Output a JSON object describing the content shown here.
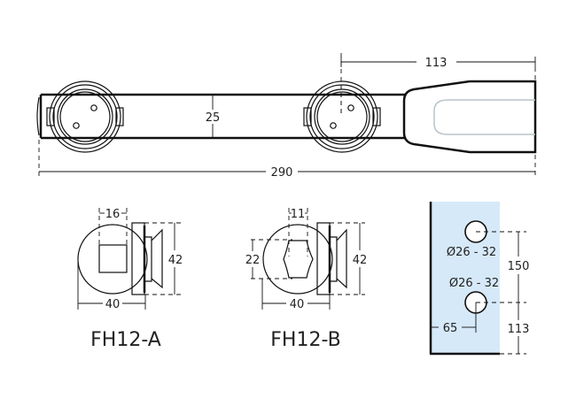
{
  "top_view": {
    "overall_length": "290",
    "bar_height": "25",
    "spacing_to_end": "113"
  },
  "fh12a": {
    "label": "FH12-A",
    "hole_width": "16",
    "diameter": "40",
    "height": "42"
  },
  "fh12b": {
    "label": "FH12-B",
    "hole_width": "11",
    "hole_height": "22",
    "diameter": "40",
    "height": "42"
  },
  "glass_panel": {
    "hole_top_label": "Ø26 - 32",
    "hole_bottom_label": "Ø26 - 32",
    "hole_spacing": "150",
    "bottom_offset": "113",
    "edge_offset": "65",
    "fill_color": "#d6e9f8"
  }
}
